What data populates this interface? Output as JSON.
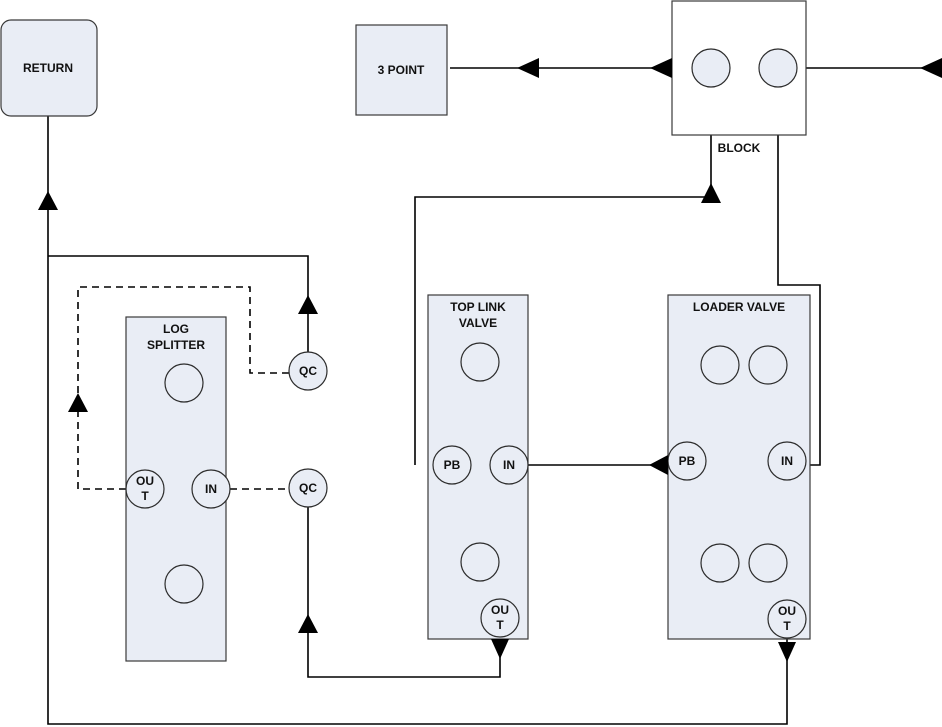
{
  "labels": {
    "return": "RETURN",
    "three_point": "3 POINT",
    "block": "BLOCK",
    "log_splitter_1": "LOG",
    "log_splitter_2": "SPLITTER",
    "top_link_1": "TOP LINK",
    "top_link_2": "VALVE",
    "loader_valve": "LOADER VALVE"
  },
  "ports": {
    "qc": "QC",
    "in": "IN",
    "pb": "PB",
    "out_1": "OU",
    "out_2": "T"
  },
  "colors": {
    "box_fill": "#e9edf5",
    "line": "#000000"
  }
}
